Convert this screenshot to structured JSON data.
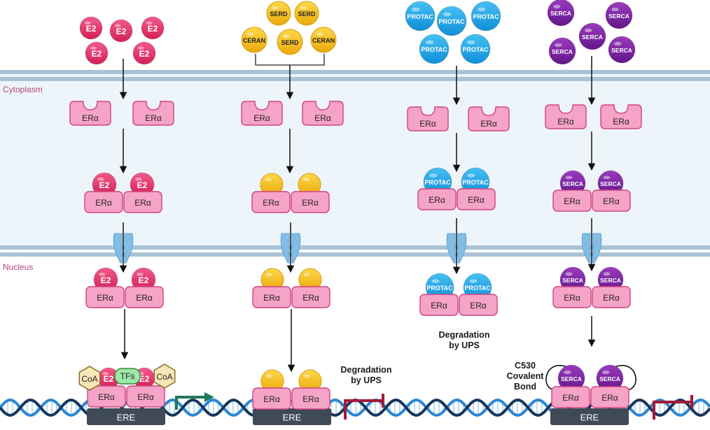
{
  "zones": {
    "cytoplasm": "Cytoplasm",
    "nucleus": "Nucleus"
  },
  "labels": {
    "receptor": "ERα",
    "e2": "E2",
    "serd": "SERD",
    "ceran": "CERAN",
    "protac": "PROTAC",
    "serca": "SERCA",
    "coa": "CoA",
    "tfs": "TFs",
    "ere": "ERE"
  },
  "notes": {
    "degradation_ups": "Degradation\nby UPS",
    "covalent": "C530\nCovalent\nBond"
  },
  "colors": {
    "e2": "#e8336b",
    "serd": "#f7c21c",
    "protac": "#1ba6e8",
    "serca": "#7d1fa0",
    "receptor": "#f5a3c7",
    "receptor_stroke": "#d0447f",
    "membrane": "#a9c3d6",
    "cytoplasm_bg": "#eef5fa",
    "channel": "#82bde6",
    "dna_a": "#17365c",
    "dna_b": "#2c86d4",
    "active_arrow": "#1f7a5a",
    "block_arrow": "#a21a3a"
  }
}
